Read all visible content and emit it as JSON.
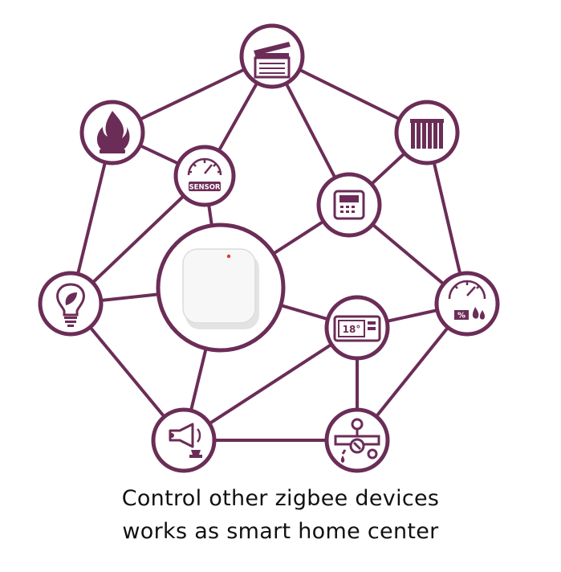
{
  "caption": {
    "line1": "Control other zigbee devices",
    "line2": "works as smart home center"
  },
  "labels": {
    "sensor": "SENSOR",
    "thermostat": "18°",
    "humidity": "%"
  },
  "colors": {
    "accent": "#6b2d57",
    "hub_body": "#f4f4f4",
    "hub_led": "#e23b2e"
  }
}
